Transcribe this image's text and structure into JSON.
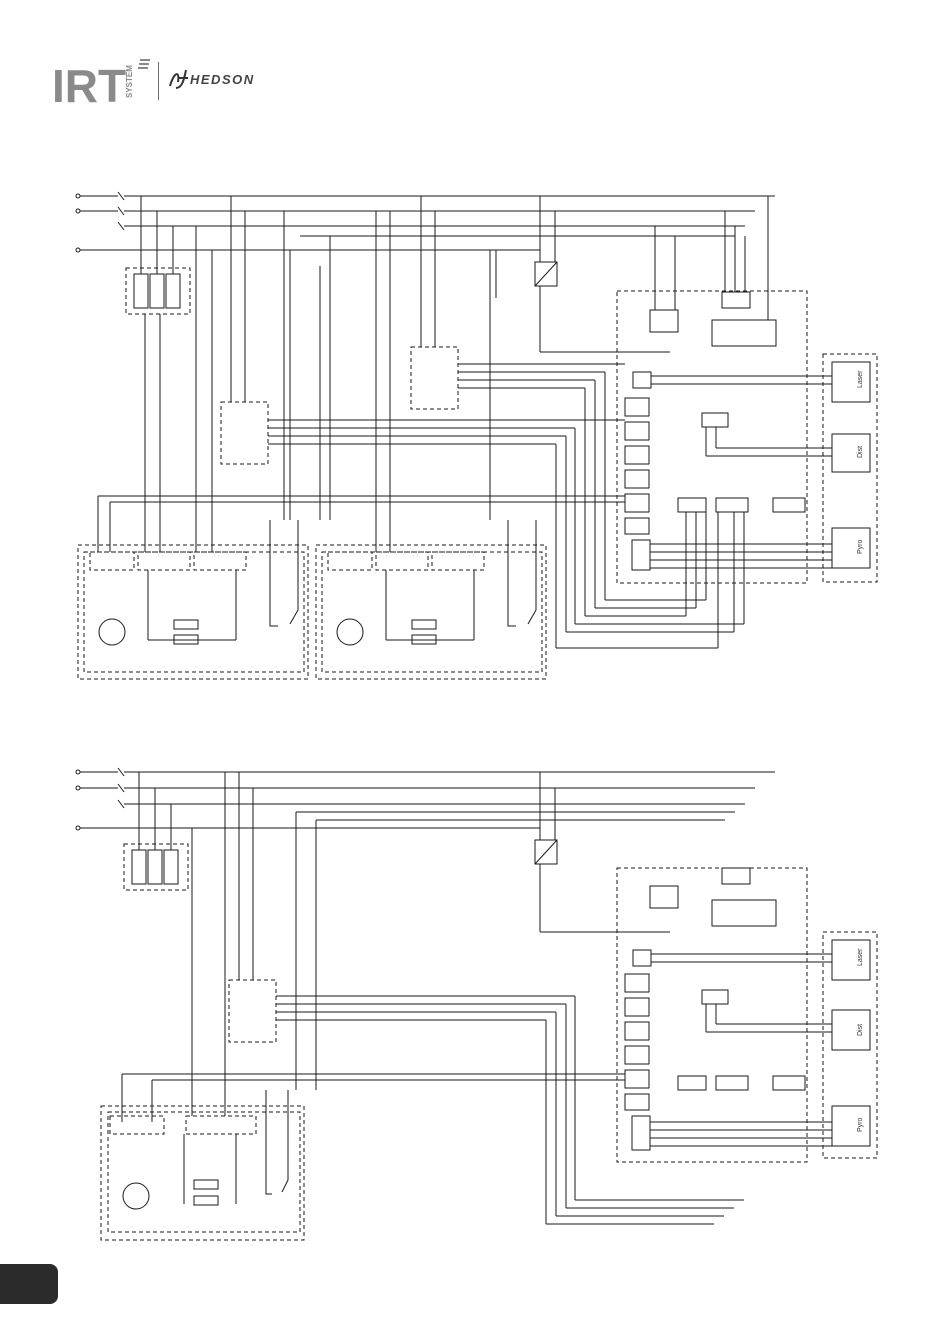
{
  "brand": {
    "logo_main": "IRT",
    "logo_sub": "SYSTEM",
    "partner": "HEDSON"
  },
  "colors": {
    "ink": "#1a1a1a",
    "logo_gray": "#8a8a8a",
    "tab": "#2b2b2b"
  },
  "diagram_top": {
    "sensors": [
      "Laser",
      "Dist",
      "Pyro"
    ]
  },
  "diagram_bottom": {
    "sensors": [
      "Laser",
      "Dist",
      "Pyro"
    ]
  }
}
